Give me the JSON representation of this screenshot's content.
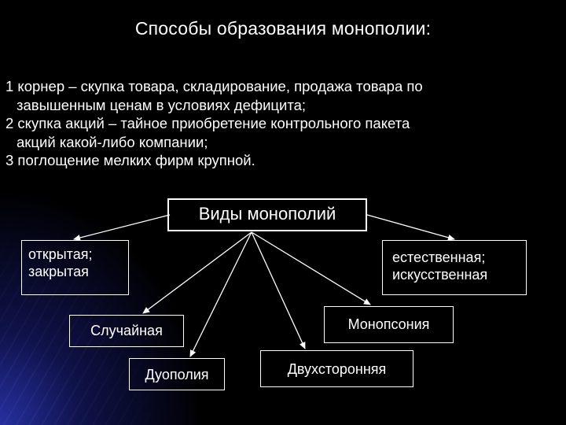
{
  "title": "Способы образования монополии:",
  "methods": [
    {
      "line1": "1 корнер – скупка товара, складирование, продажа товара по",
      "line2": "завышенным ценам в условиях дефицита;"
    },
    {
      "line1": "2 скупка акций – тайное приобретение контрольного пакета",
      "line2": "акций какой-либо компании;"
    },
    {
      "line1": "3 поглощение мелких фирм крупной."
    }
  ],
  "diagram": {
    "root": "Виды монополий",
    "open_closed": {
      "line1": "открытая;",
      "line2": "закрытая"
    },
    "natural_artificial": {
      "line1": "естественная;",
      "line2": "искусственная"
    },
    "random": "Случайная",
    "monopsony": "Монопсония",
    "duopoly": "Дуополия",
    "bilateral": "Двухсторонняя"
  }
}
